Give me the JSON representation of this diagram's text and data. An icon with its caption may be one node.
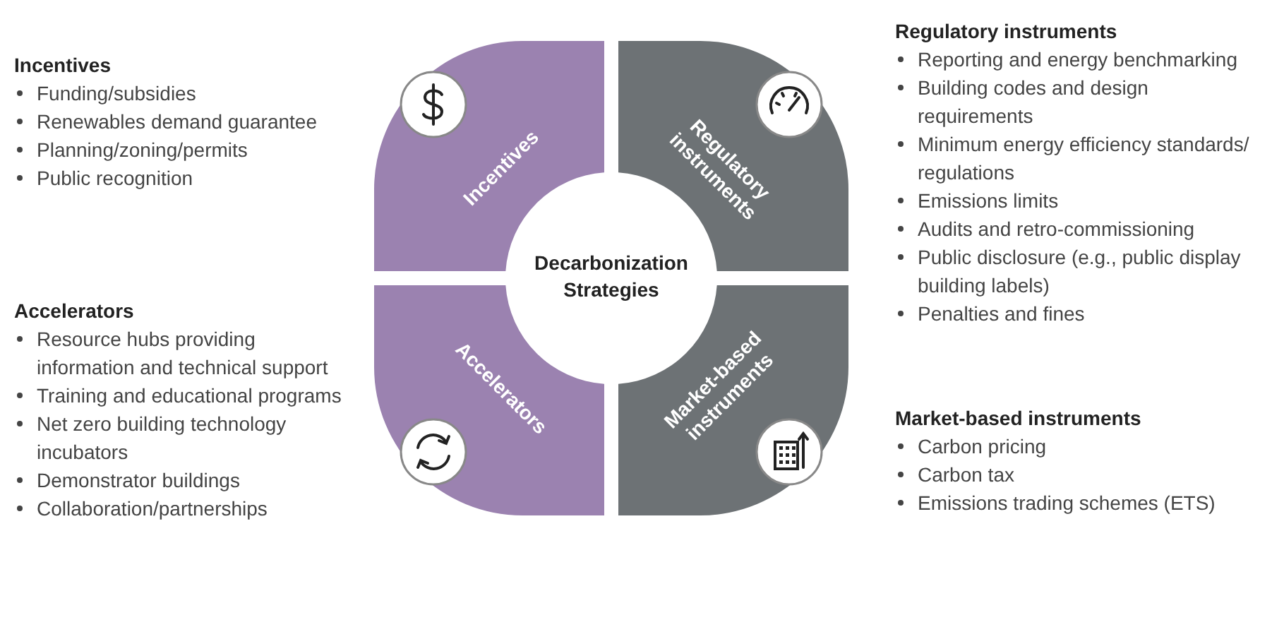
{
  "diagram": {
    "nodes": [
      {
        "text": [
          "Decarbonization Strategies"
        ]
      },
      {
        "text": [
          "Incentives"
        ]
      },
      {
        "text": [
          "Regulatory instruments"
        ]
      },
      {
        "text": [
          "Accelerators"
        ]
      },
      {
        "text": [
          "Market-based instruments"
        ]
      }
    ],
    "labels": [
      "Incentives",
      "Funding/subsidies",
      "Renewables demand guarantee",
      "Planning/zoning/permits",
      "Public recognition",
      "Regulatory instruments",
      "Reporting and energy benchmarking",
      "Building codes and design requirements",
      "Minimum energy efficiency standards/ regulations",
      "Emissions limits",
      "Audits and retro-commissioning",
      "Public disclosure (e.g., public display building labels)",
      "Penalties and fines",
      "Accelerators",
      "Resource hubs providing information and technical support",
      "Training and educational programs",
      "Net zero building technology incubators",
      "Demonstrator buildings",
      "Collaboration/partnerships",
      "Market-based instruments",
      "Carbon pricing",
      "Carbon tax",
      "Emissions trading schemes (ETS)"
    ]
  }
}
